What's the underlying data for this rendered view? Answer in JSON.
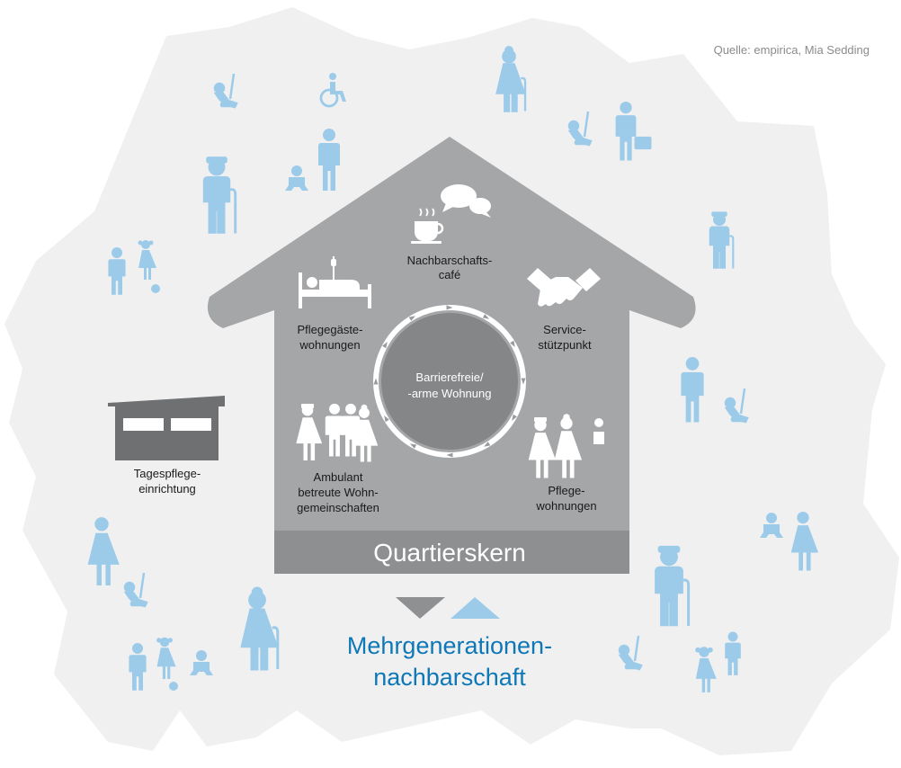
{
  "source": "Quelle: empirica, Mia Sedding",
  "core": {
    "label": "Quartierskern",
    "center_line1": "Barrierefreie/",
    "center_line2": "-arme Wohnung"
  },
  "modules": {
    "cafe": {
      "line1": "Nachbarschafts-",
      "line2": "café"
    },
    "service": {
      "line1": "Service-",
      "line2": "stützpunkt"
    },
    "guest": {
      "line1": "Pflegegäste-",
      "line2": "wohnungen"
    },
    "ambulant": {
      "line1": "Ambulant",
      "line2": "betreute Wohn-",
      "line3": "gemeinschaften"
    },
    "care": {
      "line1": "Pflege-",
      "line2": "wohnungen"
    }
  },
  "daycare": {
    "line1": "Tagespflege-",
    "line2": "einrichtung"
  },
  "result": {
    "line1": "Mehrgenerationen-",
    "line2": "nachbarschaft"
  },
  "colors": {
    "map": "#f0f0f1",
    "house": "#a5a6a8",
    "core_band": "#8e8f91",
    "circle": "#858688",
    "people": "#9ccbea",
    "title_blue": "#0e78b7",
    "arrow_gray": "#8f9092",
    "arrow_blue": "#9ccbea"
  }
}
